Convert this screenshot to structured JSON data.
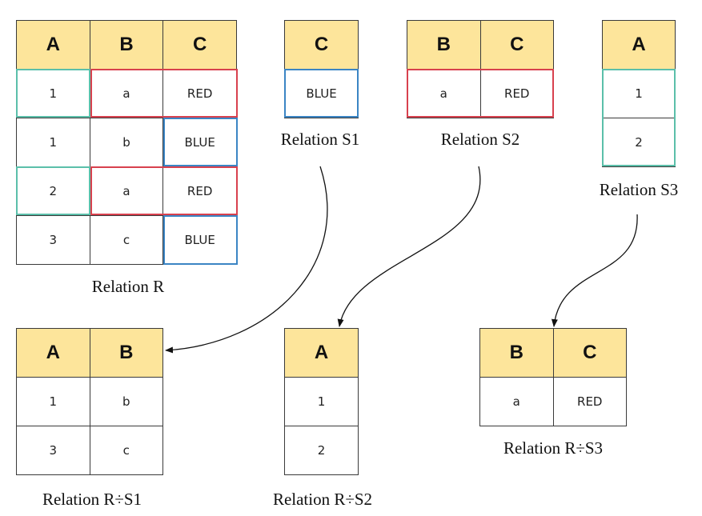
{
  "relations": {
    "r": {
      "caption": "Relation R",
      "headers": [
        "A",
        "B",
        "C"
      ],
      "rows": [
        [
          "1",
          "a",
          "RED"
        ],
        [
          "1",
          "b",
          "BLUE"
        ],
        [
          "2",
          "a",
          "RED"
        ],
        [
          "3",
          "c",
          "BLUE"
        ]
      ]
    },
    "s1": {
      "caption": "Relation S1",
      "headers": [
        "C"
      ],
      "rows": [
        [
          "BLUE"
        ]
      ]
    },
    "s2": {
      "caption": "Relation S2",
      "headers": [
        "B",
        "C"
      ],
      "rows": [
        [
          "a",
          "RED"
        ]
      ]
    },
    "s3": {
      "caption": "Relation S3",
      "headers": [
        "A"
      ],
      "rows": [
        [
          "1"
        ],
        [
          "2"
        ]
      ]
    },
    "r_div_s1": {
      "caption": "Relation R÷S1",
      "headers": [
        "A",
        "B"
      ],
      "rows": [
        [
          "1",
          "b"
        ],
        [
          "3",
          "c"
        ]
      ]
    },
    "r_div_s2": {
      "caption": "Relation R÷S2",
      "headers": [
        "A"
      ],
      "rows": [
        [
          "1"
        ],
        [
          "2"
        ]
      ]
    },
    "r_div_s3": {
      "caption": "Relation R÷S3",
      "headers": [
        "B",
        "C"
      ],
      "rows": [
        [
          "a",
          "RED"
        ]
      ]
    }
  },
  "colors": {
    "header_fill": "#fde59b",
    "s1_match": "#3b85c4",
    "s2_match": "#d8414e",
    "s3_match": "#5bbfaa"
  }
}
